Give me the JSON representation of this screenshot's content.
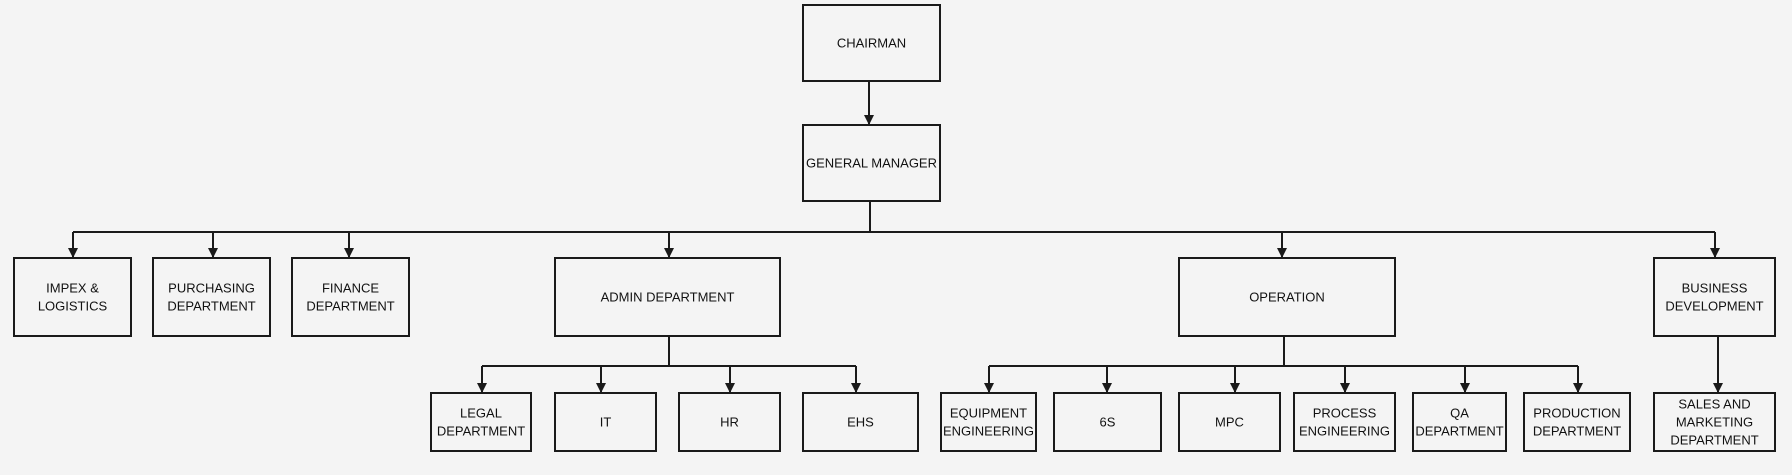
{
  "nodes": {
    "chairman": [
      "CHAIRMAN"
    ],
    "general_manager": [
      "GENERAL MANAGER"
    ],
    "impex": [
      "IMPEX &",
      "LOGISTICS"
    ],
    "purchasing": [
      "PURCHASING",
      "DEPARTMENT"
    ],
    "finance": [
      "FINANCE",
      "DEPARTMENT"
    ],
    "admin": [
      "ADMIN DEPARTMENT"
    ],
    "operation": [
      "OPERATION"
    ],
    "business_development": [
      "BUSINESS",
      "DEVELOPMENT"
    ],
    "legal": [
      "LEGAL",
      "DEPARTMENT"
    ],
    "it": [
      "IT"
    ],
    "hr": [
      "HR"
    ],
    "ehs": [
      "EHS"
    ],
    "equipment_engineering": [
      "EQUIPMENT",
      "ENGINEERING"
    ],
    "six_s": [
      "6S"
    ],
    "mpc": [
      "MPC"
    ],
    "process_engineering": [
      "PROCESS",
      "ENGINEERING"
    ],
    "qa": [
      "QA",
      "DEPARTMENT"
    ],
    "production": [
      "PRODUCTION",
      "DEPARTMENT"
    ],
    "sales_marketing": [
      "SALES AND",
      "MARKETING",
      "DEPARTMENT"
    ]
  },
  "edges": [
    {
      "from": "chairman",
      "to": [
        "general_manager"
      ]
    },
    {
      "from": "general_manager",
      "to": [
        "impex",
        "purchasing",
        "finance",
        "admin",
        "operation",
        "business_development"
      ]
    },
    {
      "from": "admin",
      "to": [
        "legal",
        "it",
        "hr",
        "ehs"
      ]
    },
    {
      "from": "operation",
      "to": [
        "equipment_engineering",
        "six_s",
        "mpc",
        "process_engineering",
        "qa",
        "production"
      ]
    },
    {
      "from": "business_development",
      "to": [
        "sales_marketing"
      ]
    }
  ]
}
